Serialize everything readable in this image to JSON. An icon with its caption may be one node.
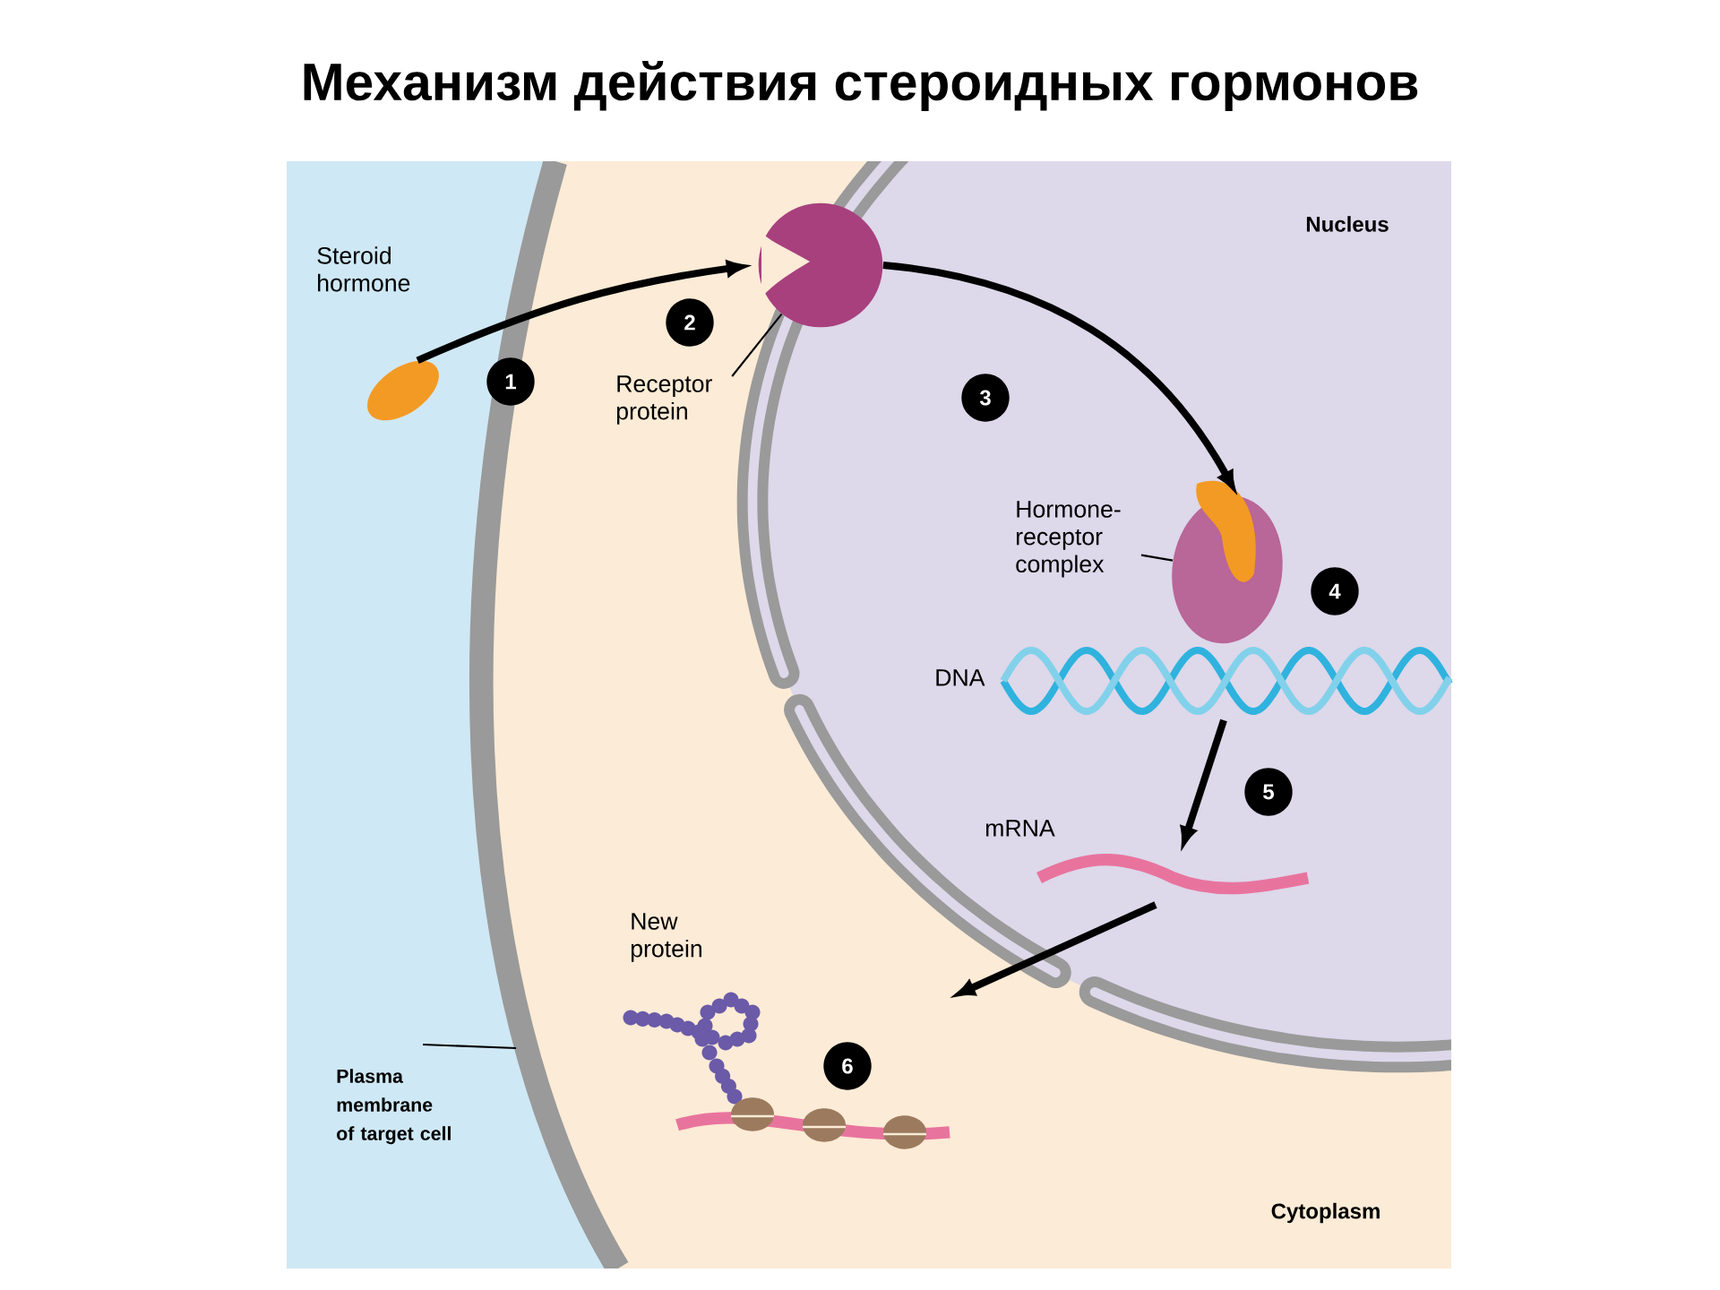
{
  "diagram": {
    "title": "Механизм действия стероидных гормонов",
    "nodes": [
      {
        "text": [],
        "shape": "picture",
        "beside": [
          "Steroid hormone"
        ]
      },
      {
        "text": [],
        "shape": "picture"
      },
      {
        "text": [
          "Receptor protein"
        ]
      },
      {
        "text": [],
        "shape": "picture"
      },
      {
        "text": [
          "Hormone-receptor complex"
        ]
      },
      {
        "text": [],
        "shape": "picture",
        "beside": [
          "DNA"
        ]
      },
      {
        "text": [],
        "shape": "picture",
        "beside": [
          "mRNA"
        ]
      },
      {
        "text": [],
        "shape": "picture",
        "beside": [
          "New protein"
        ]
      },
      {
        "text": [
          "Plasma membrane of target cell"
        ]
      }
    ],
    "edges": [
      {
        "from": 0,
        "to": 1,
        "arrow": "to"
      },
      {
        "from": 2,
        "to": 1,
        "arrow": "none"
      },
      {
        "from": 1,
        "to": 3,
        "arrow": "to"
      },
      {
        "from": 4,
        "to": 3,
        "arrow": "none"
      },
      {
        "from": 5,
        "to": 6,
        "arrow": "to"
      },
      {
        "from": 6,
        "to": 7,
        "arrow": "to"
      },
      {
        "from": 8,
        "to": null,
        "arrow": "none"
      }
    ],
    "labels": [
      "Nucleus",
      "2",
      "1",
      "3",
      "4",
      "5",
      "6",
      "Cytoplasm"
    ]
  }
}
